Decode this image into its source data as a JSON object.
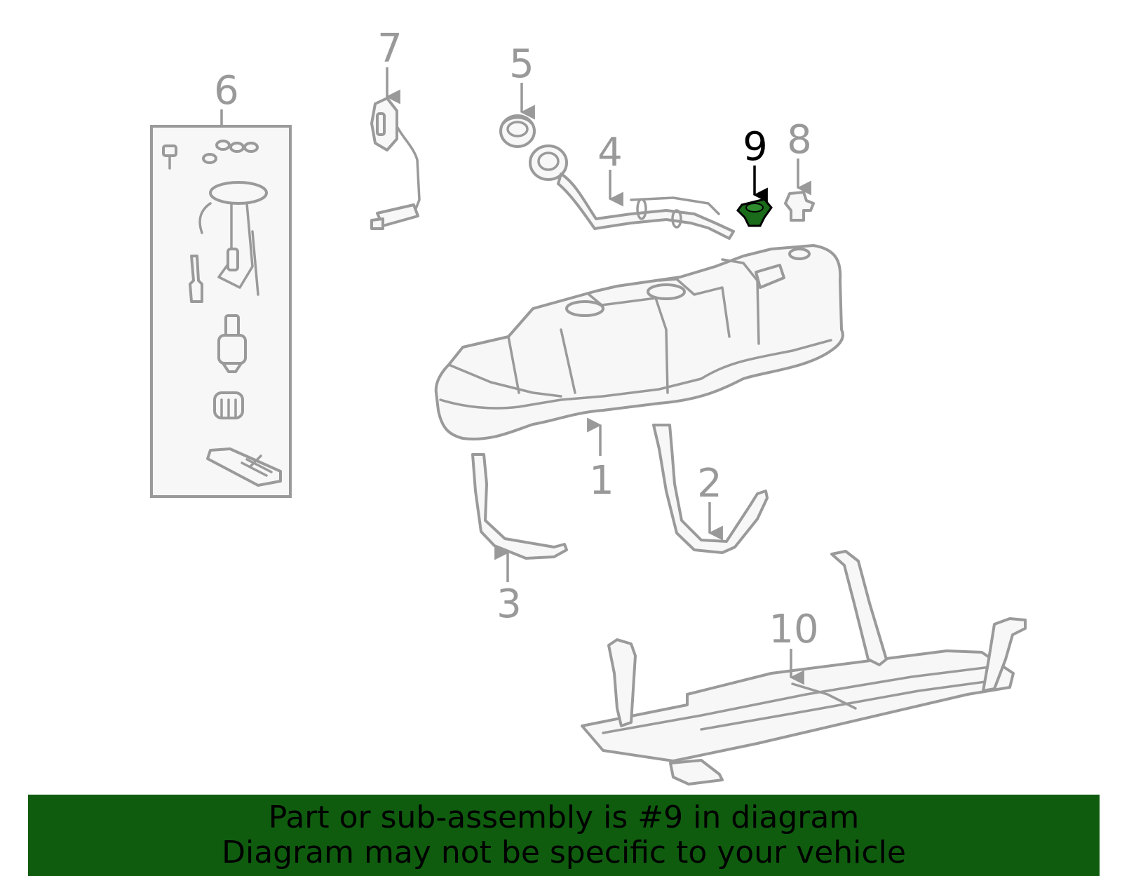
{
  "diagram": {
    "callouts": [
      "1",
      "2",
      "3",
      "4",
      "5",
      "6",
      "7",
      "8",
      "9",
      "10"
    ],
    "highlighted_callout": "9"
  },
  "colors": {
    "line_gray": "#9a9a9a",
    "highlight_green": "#1a6b1a",
    "banner_green": "#0f5c0f"
  },
  "banner": {
    "line1": "Part or sub-assembly is #9 in diagram",
    "line2": "Diagram may not be specific to your vehicle"
  }
}
